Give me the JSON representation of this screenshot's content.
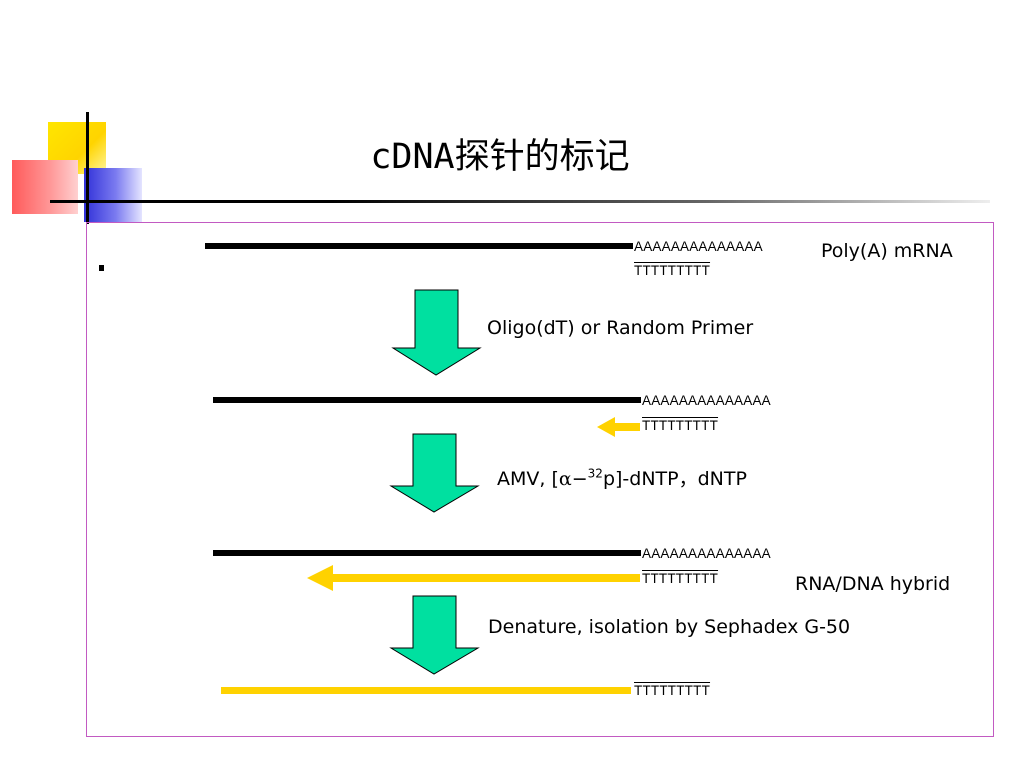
{
  "slide": {
    "title": "cDNA探针的标记"
  },
  "diagram": {
    "polyA": "AAAAAAAAAAAAAA",
    "oligoT": "TTTTTTTTT",
    "labels": {
      "mrna": "Poly(A) mRNA",
      "step1": "Oligo(dT) or Random Primer",
      "step2_prefix": "AMV, [",
      "step2_alpha": "α",
      "step2_minus": "−",
      "step2_sup": "32",
      "step2_suffix": "p]-dNTP，dNTP",
      "hybrid": "RNA/DNA hybrid",
      "step3": "Denature, isolation by Sephadex G-50"
    },
    "colors": {
      "strand_rna": "#000000",
      "strand_cdna": "#ffd200",
      "process_arrow": "#00e0a0",
      "frame_border": "#c25ac2"
    }
  }
}
